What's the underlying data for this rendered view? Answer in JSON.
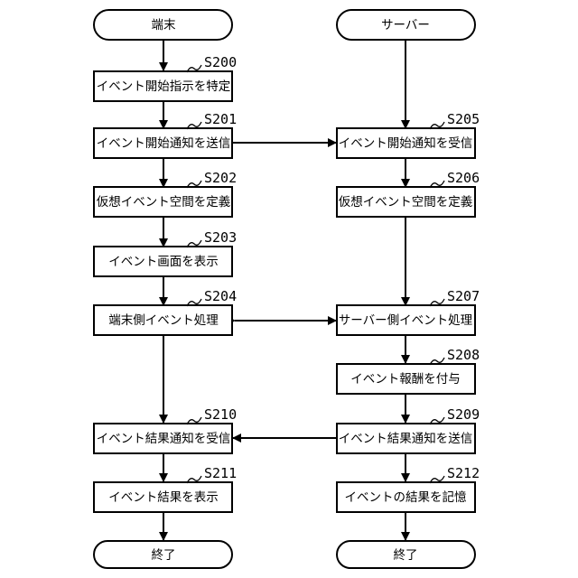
{
  "terminal": {
    "header": "端末",
    "s200": "イベント開始指示を特定",
    "s201": "イベント開始通知を送信",
    "s202": "仮想イベント空間を定義",
    "s203": "イベント画面を表示",
    "s204": "端末側イベント処理",
    "s210": "イベント結果通知を受信",
    "s211": "イベント結果を表示",
    "end": "終了"
  },
  "server": {
    "header": "サーバー",
    "s205": "イベント開始通知を受信",
    "s206": "仮想イベント空間を定義",
    "s207": "サーバー側イベント処理",
    "s208": "イベント報酬を付与",
    "s209": "イベント結果通知を送信",
    "s212": "イベントの結果を記憶",
    "end": "終了"
  },
  "step_labels": {
    "s200": "S200",
    "s201": "S201",
    "s202": "S202",
    "s203": "S203",
    "s204": "S204",
    "s205": "S205",
    "s206": "S206",
    "s207": "S207",
    "s208": "S208",
    "s209": "S209",
    "s210": "S210",
    "s211": "S211",
    "s212": "S212"
  }
}
